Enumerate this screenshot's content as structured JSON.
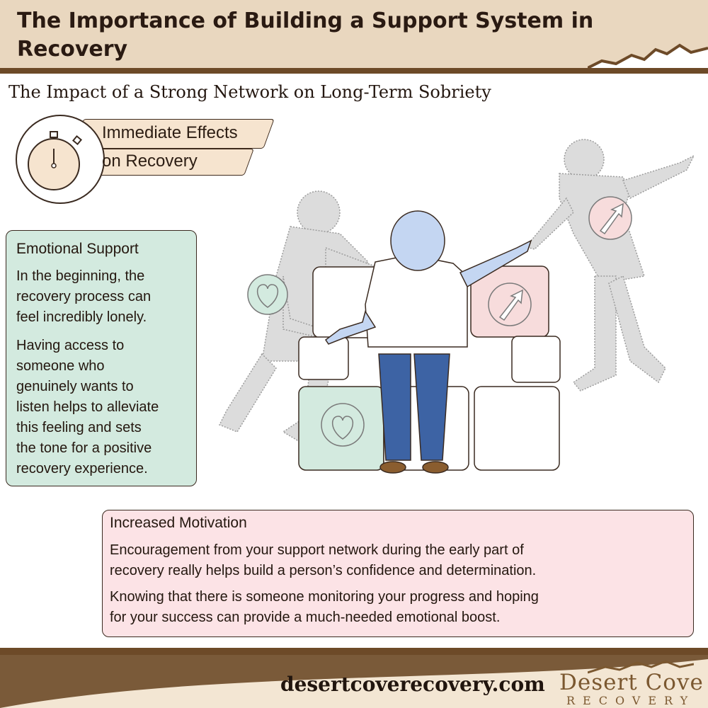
{
  "header": {
    "title": "The Importance of Building a Support System in Recovery"
  },
  "subtitle": "The Impact of a Strong Network on Long-Term Sobriety",
  "badge": {
    "line1": "Immediate Effects",
    "line2": "on Recovery",
    "icon": "stopwatch-icon"
  },
  "emotional_support": {
    "title": "Emotional Support",
    "paragraph1": [
      "In the beginning, the",
      "recovery process can",
      "feel incredibly lonely."
    ],
    "paragraph2": [
      "Having access to",
      "someone who",
      "genuinely wants to",
      "listen helps to alleviate",
      "this feeling and sets",
      "the tone for a positive",
      "recovery experience."
    ]
  },
  "increased_motivation": {
    "title": "Increased Motivation",
    "paragraph1": [
      "Encouragement from your support network during the early part of",
      "recovery really helps build a person’s confidence and determination."
    ],
    "paragraph2": [
      "Knowing that there is someone monitoring your progress and hoping",
      "for your success can provide a much-needed emotional boost."
    ]
  },
  "footer": {
    "website": "desertcoverecovery.com",
    "logo_name": "Desert Cove",
    "logo_tagline": "RECOVERY"
  },
  "colors": {
    "header_bg": "#e9d7bf",
    "brown_accent": "#6d4a28",
    "green_card": "#d3eadf",
    "pink_card": "#fce3e6",
    "cream": "#f6e4cf"
  }
}
